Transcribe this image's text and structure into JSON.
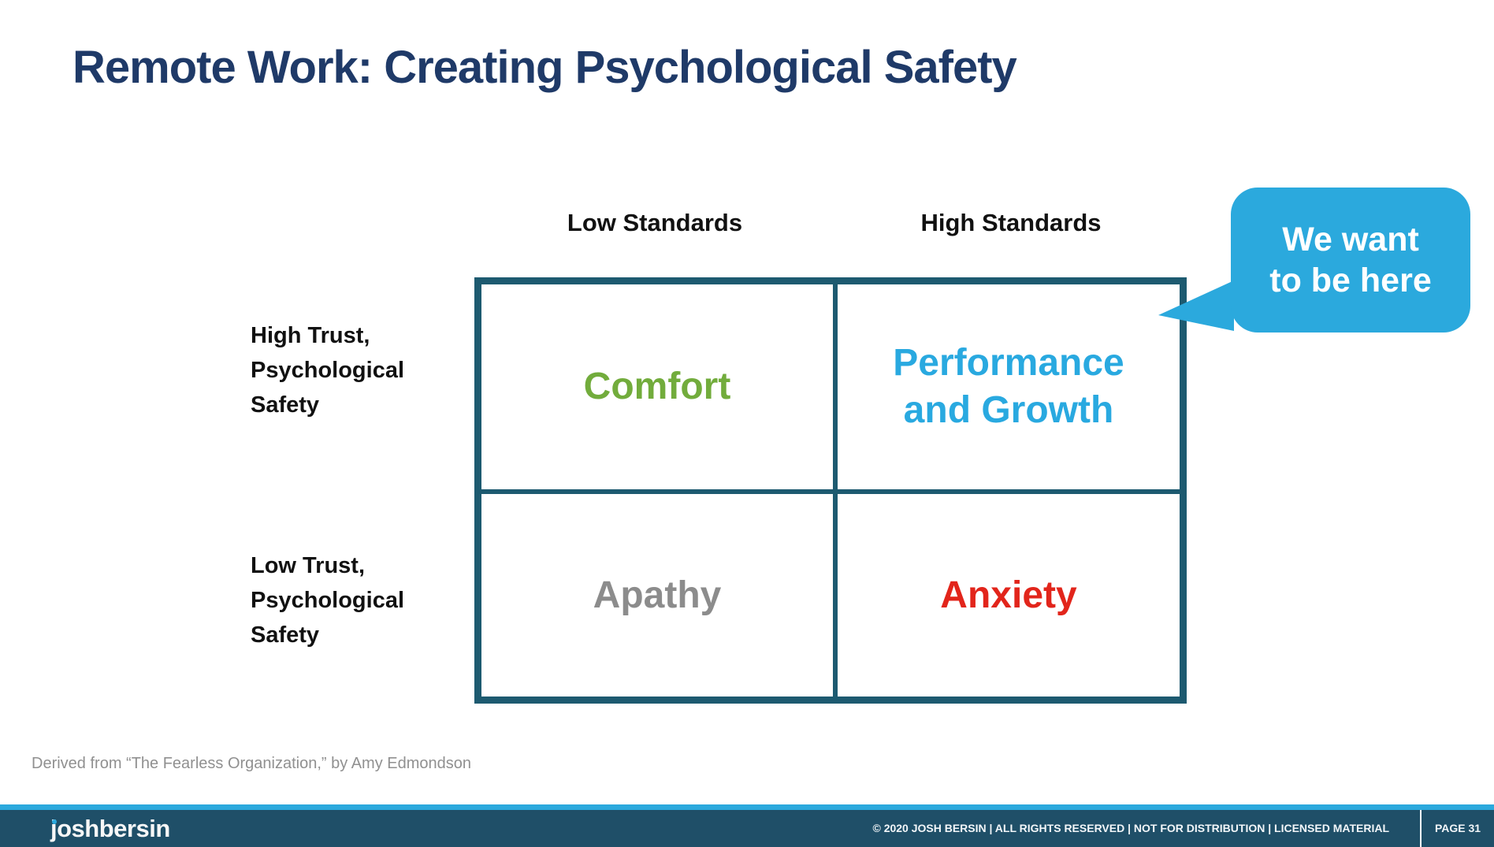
{
  "title": "Remote Work: Creating Psychological Safety",
  "matrix": {
    "col_headers": [
      "Low Standards",
      "High Standards"
    ],
    "row_headers": [
      "High Trust,\nPsychological\nSafety",
      "Low Trust,\nPsychological\nSafety"
    ],
    "cells": [
      {
        "name": "comfort",
        "label": "Comfort",
        "color": "#72AC3C"
      },
      {
        "name": "performance-growth",
        "label": "Performance\nand Growth",
        "color": "#29A9E0"
      },
      {
        "name": "apathy",
        "label": "Apathy",
        "color": "#8C8C8C"
      },
      {
        "name": "anxiety",
        "label": "Anxiety",
        "color": "#E2251B"
      }
    ],
    "border_color": "#1D5A70"
  },
  "callout": {
    "text": "We want\nto be here",
    "fill_color": "#2BA9DD",
    "text_color": "#FFFFFF"
  },
  "attribution": "Derived from “The Fearless Organization,” by Amy Edmondson",
  "footer": {
    "logo": "joshbersin",
    "copyright": "© 2020 JOSH BERSIN | ALL RIGHTS RESERVED | NOT FOR DISTRIBUTION | LICENSED MATERIAL",
    "page_label": "PAGE 31",
    "bar_color": "#1F4F68",
    "accent_color": "#2BA9DD"
  },
  "colors": {
    "title": "#1F3A68",
    "header_text": "#111111",
    "attribution_text": "#909090"
  }
}
